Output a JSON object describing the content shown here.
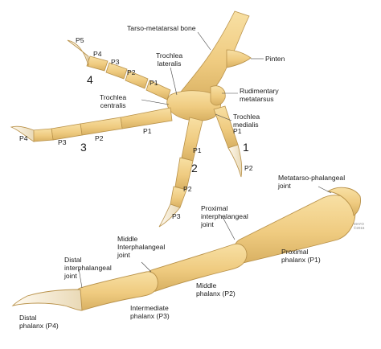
{
  "labels": {
    "tarso_metatarsal_bone": "Tarso-metatarsal bone",
    "pinten": "Pinten",
    "trochlea_lateralis": "Trochlea\nlateralis",
    "rudimentary_metatarsus": "Rudimentary\nmetatarsus",
    "trochlea_centralis": "Trochlea\ncentralis",
    "trochlea_medialis": "Trochlea\nmedialis",
    "metatarso_phalangeal_joint": "Metatarso-phalangeal\njoint",
    "proximal_interphalangeal_joint": "Proximal\ninterphalangeal\njoint",
    "middle_interphalangeal_joint": "Middle\nInterphalangeal\njoint",
    "distal_interphalangeal_joint": "Distal\ninterphalangeal\njoint",
    "proximal_phalanx": "Proximal\nphalanx (P1)",
    "middle_phalanx": "Middle\nphalanx (P2)",
    "intermediate_phalanx": "Intermediate\nphalanx (P3)",
    "distal_phalanx": "Distal\nphalanx (P4)"
  },
  "toes": {
    "toe4": {
      "number": "4",
      "p1": "P1",
      "p2": "P2",
      "p3": "P3",
      "p4": "P4",
      "p5": "P5"
    },
    "toe3": {
      "number": "3",
      "p1": "P1",
      "p2": "P2",
      "p3": "P3",
      "p4": "P4"
    },
    "toe2": {
      "number": "2",
      "p1": "P1",
      "p2": "P2",
      "p3": "P3"
    },
    "toe1": {
      "number": "1",
      "p1": "P1",
      "p2": "P2"
    }
  },
  "watermark": "MAYO\n©2016",
  "colors": {
    "bone": "#f1d08a",
    "bone_edge": "#b9924a",
    "shadow": "#d2ad5f",
    "claw": "#fdf6e6",
    "line": "#444444"
  }
}
